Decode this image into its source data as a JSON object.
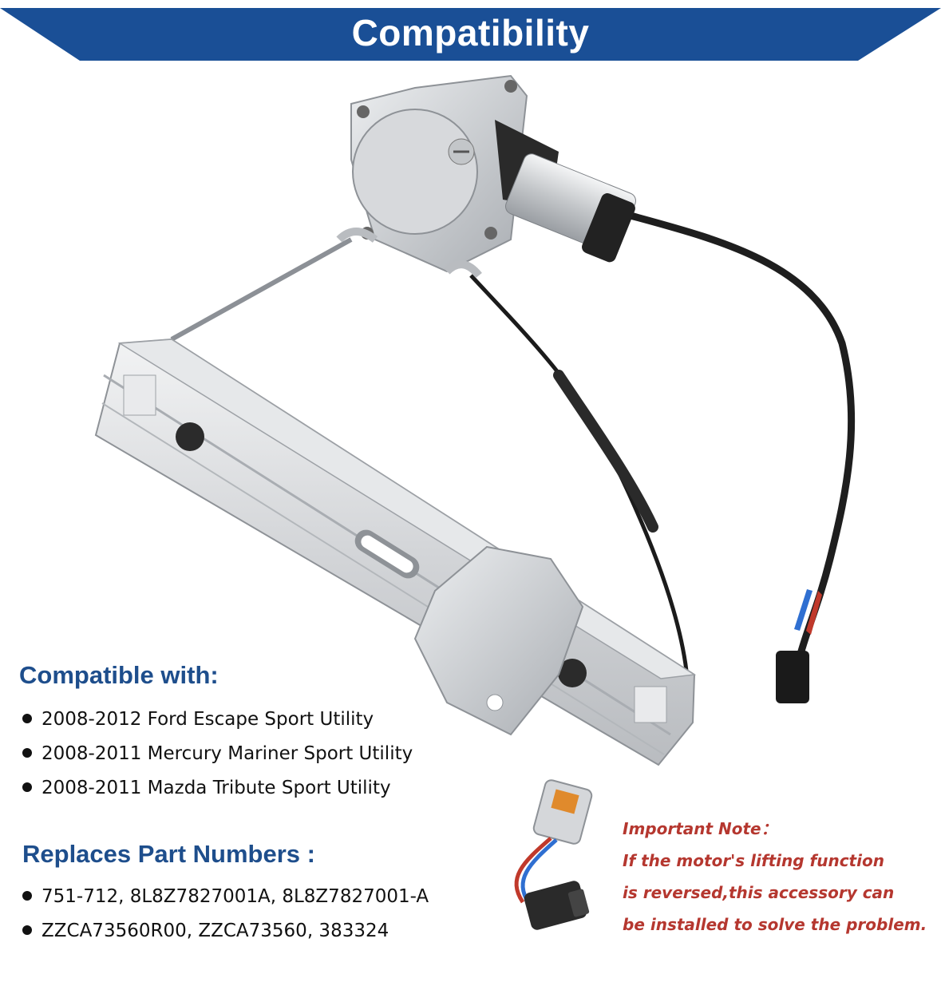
{
  "banner": {
    "title": "Compatibility",
    "color": "#1a4f96"
  },
  "product": {
    "name_icon": "window-regulator-motor-assembly"
  },
  "compatible": {
    "heading": "Compatible with:",
    "items": [
      "2008-2012 Ford Escape Sport Utility",
      "2008-2011 Mercury Mariner Sport Utility",
      "2008-2011 Mazda Tribute Sport Utility"
    ]
  },
  "replaces": {
    "heading": "Replaces Part Numbers :",
    "items": [
      "751-712, 8L8Z7827001A, 8L8Z7827001-A",
      "ZZCA73560R00, ZZCA73560, 383324"
    ]
  },
  "note": {
    "title": "Important Note：",
    "lines": [
      "If the motor's lifting function",
      "is reversed,this accessory can",
      "be installed to solve the problem."
    ],
    "color": "#b5372f"
  },
  "adapter": {
    "icon": "reversing-adapter-connector"
  }
}
